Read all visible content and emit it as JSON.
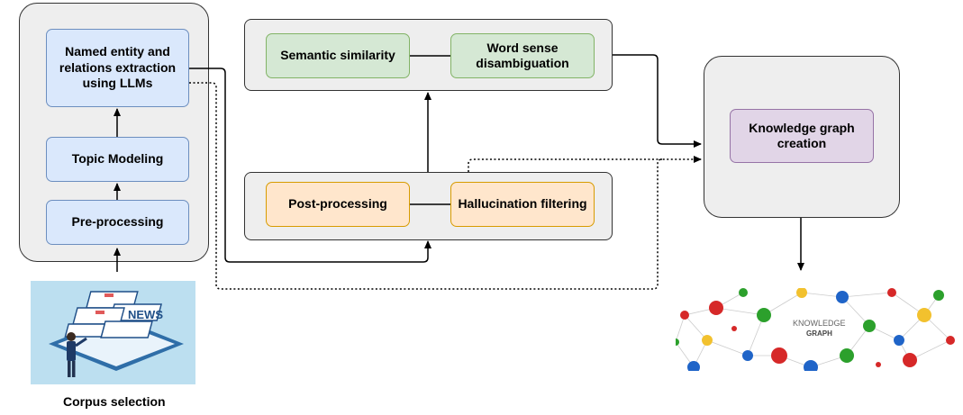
{
  "left_panel": {
    "ner_label": "Named entity and relations extraction using LLMs",
    "topic_label": "Topic Modeling",
    "pre_label": "Pre-processing"
  },
  "top_panel": {
    "semantic_label": "Semantic similarity",
    "wsd_label": "Word sense disambiguation"
  },
  "bottom_panel": {
    "post_label": "Post-processing",
    "halluc_label": "Hallucination filtering"
  },
  "kg_panel": {
    "kg_label": "Knowledge graph creation"
  },
  "corpus": {
    "caption": "Corpus selection",
    "news_text": "NEWS"
  },
  "kg_image": {
    "line1": "KNOWLEDGE",
    "line2": "GRAPH"
  }
}
